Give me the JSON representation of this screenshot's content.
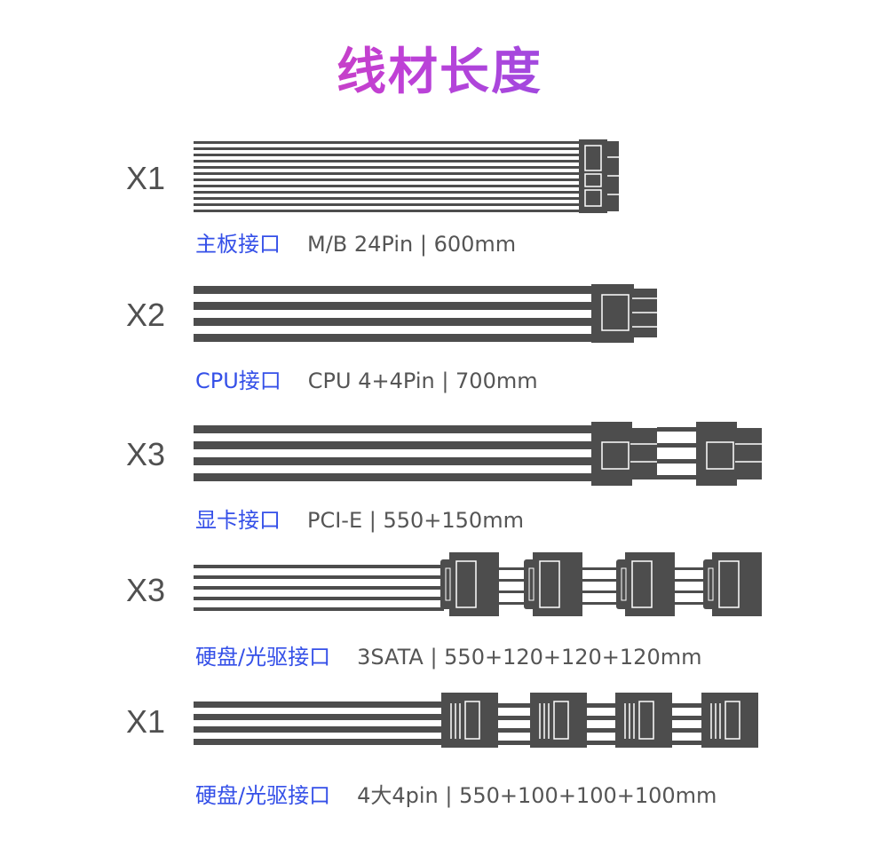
{
  "title": "线材长度",
  "colors": {
    "accent_blue": "#3550e8",
    "cable": "#4d4d4d",
    "title_start": "#e8457a",
    "title_end": "#5a5cf2"
  },
  "cables": [
    {
      "id": "mb",
      "qty": "X1",
      "name": "主板接口",
      "spec": "M/B 24Pin | 600mm"
    },
    {
      "id": "cpu",
      "qty": "X2",
      "name": "CPU接口",
      "spec": "CPU 4+4Pin | 700mm"
    },
    {
      "id": "pcie",
      "qty": "X3",
      "name": "显卡接口",
      "spec": "PCI-E | 550+150mm"
    },
    {
      "id": "sata",
      "qty": "X3",
      "name": "硬盘/光驱接口",
      "spec": "3SATA | 550+120+120+120mm"
    },
    {
      "id": "molex",
      "qty": "X1",
      "name": "硬盘/光驱接口",
      "spec": "4大4pin | 550+100+100+100mm"
    }
  ]
}
